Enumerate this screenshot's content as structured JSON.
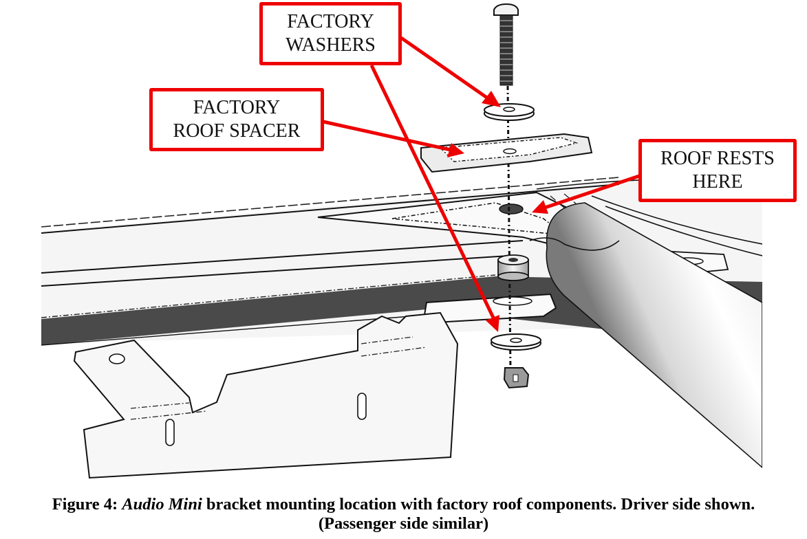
{
  "figure": {
    "callouts": {
      "washers": {
        "line1": "FACTORY",
        "line2": "WASHERS"
      },
      "spacer": {
        "line1": "FACTORY",
        "line2": "ROOF SPACER"
      },
      "roof_rests": {
        "line1": "ROOF RESTS",
        "line2": "HERE"
      }
    },
    "components": [
      "bolt",
      "upper washer",
      "factory roof spacer",
      "roof mount plate",
      "spacer sleeve",
      "slotted tab",
      "lower washer",
      "nut",
      "roll bar tube",
      "Audio Mini bracket"
    ],
    "colors": {
      "callout": "#ee0000",
      "dark_band": "#4a4a4a"
    }
  },
  "caption": {
    "prefix": "Figure 4: ",
    "product": "Audio Mini",
    "line1_rest": " bracket mounting location with factory roof components. Driver side shown.",
    "line2": "(Passenger side similar)"
  }
}
